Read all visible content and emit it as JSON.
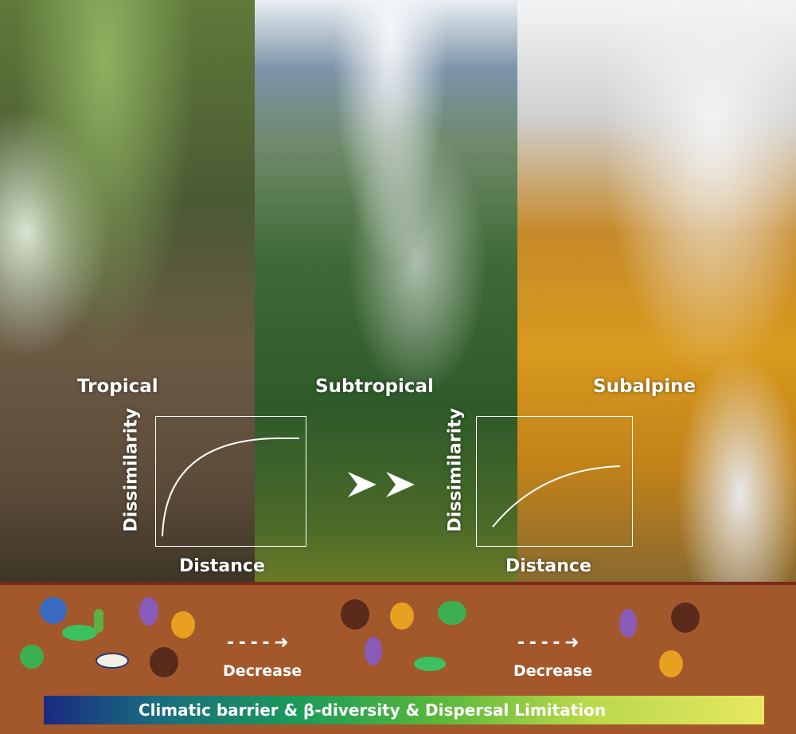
{
  "zones": [
    {
      "label": "Tropical"
    },
    {
      "label": "Subtropical"
    },
    {
      "label": "Subalpine"
    }
  ],
  "graphs": [
    {
      "y_label": "Dissimilarity",
      "x_label": "Distance"
    },
    {
      "y_label": "Dissimilarity",
      "x_label": "Distance"
    }
  ],
  "soil": {
    "decrease_labels": [
      "Decrease",
      "Decrease"
    ]
  },
  "gradient_bar": {
    "text": "Climatic barrier & β-diversity  & Dispersal Limitation",
    "colors": [
      "#1a2a80",
      "#1a9a5a",
      "#e8e860"
    ]
  }
}
